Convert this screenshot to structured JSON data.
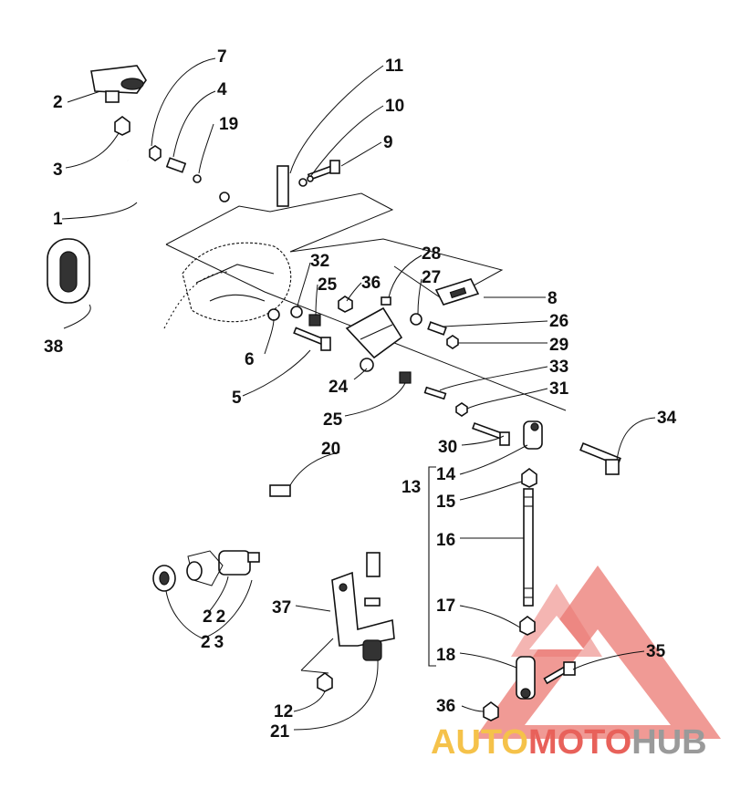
{
  "diagram": {
    "labels": [
      "1",
      "2",
      "3",
      "4",
      "5",
      "6",
      "7",
      "8",
      "9",
      "10",
      "11",
      "12",
      "13",
      "14",
      "15",
      "16",
      "17",
      "18",
      "19",
      "20",
      "21",
      "22",
      "23",
      "24",
      "25",
      "25",
      "26",
      "27",
      "28",
      "29",
      "30",
      "31",
      "32",
      "33",
      "34",
      "35",
      "36",
      "36",
      "37",
      "38"
    ]
  },
  "watermark": {
    "text_part1": "AUTO",
    "text_part2": "MOTO",
    "text_part3": "HUB",
    "colors": {
      "triangle": "#e8615a",
      "auto": "#f5c24a",
      "moto": "#e8615a",
      "hub": "#9a9a9a"
    }
  }
}
